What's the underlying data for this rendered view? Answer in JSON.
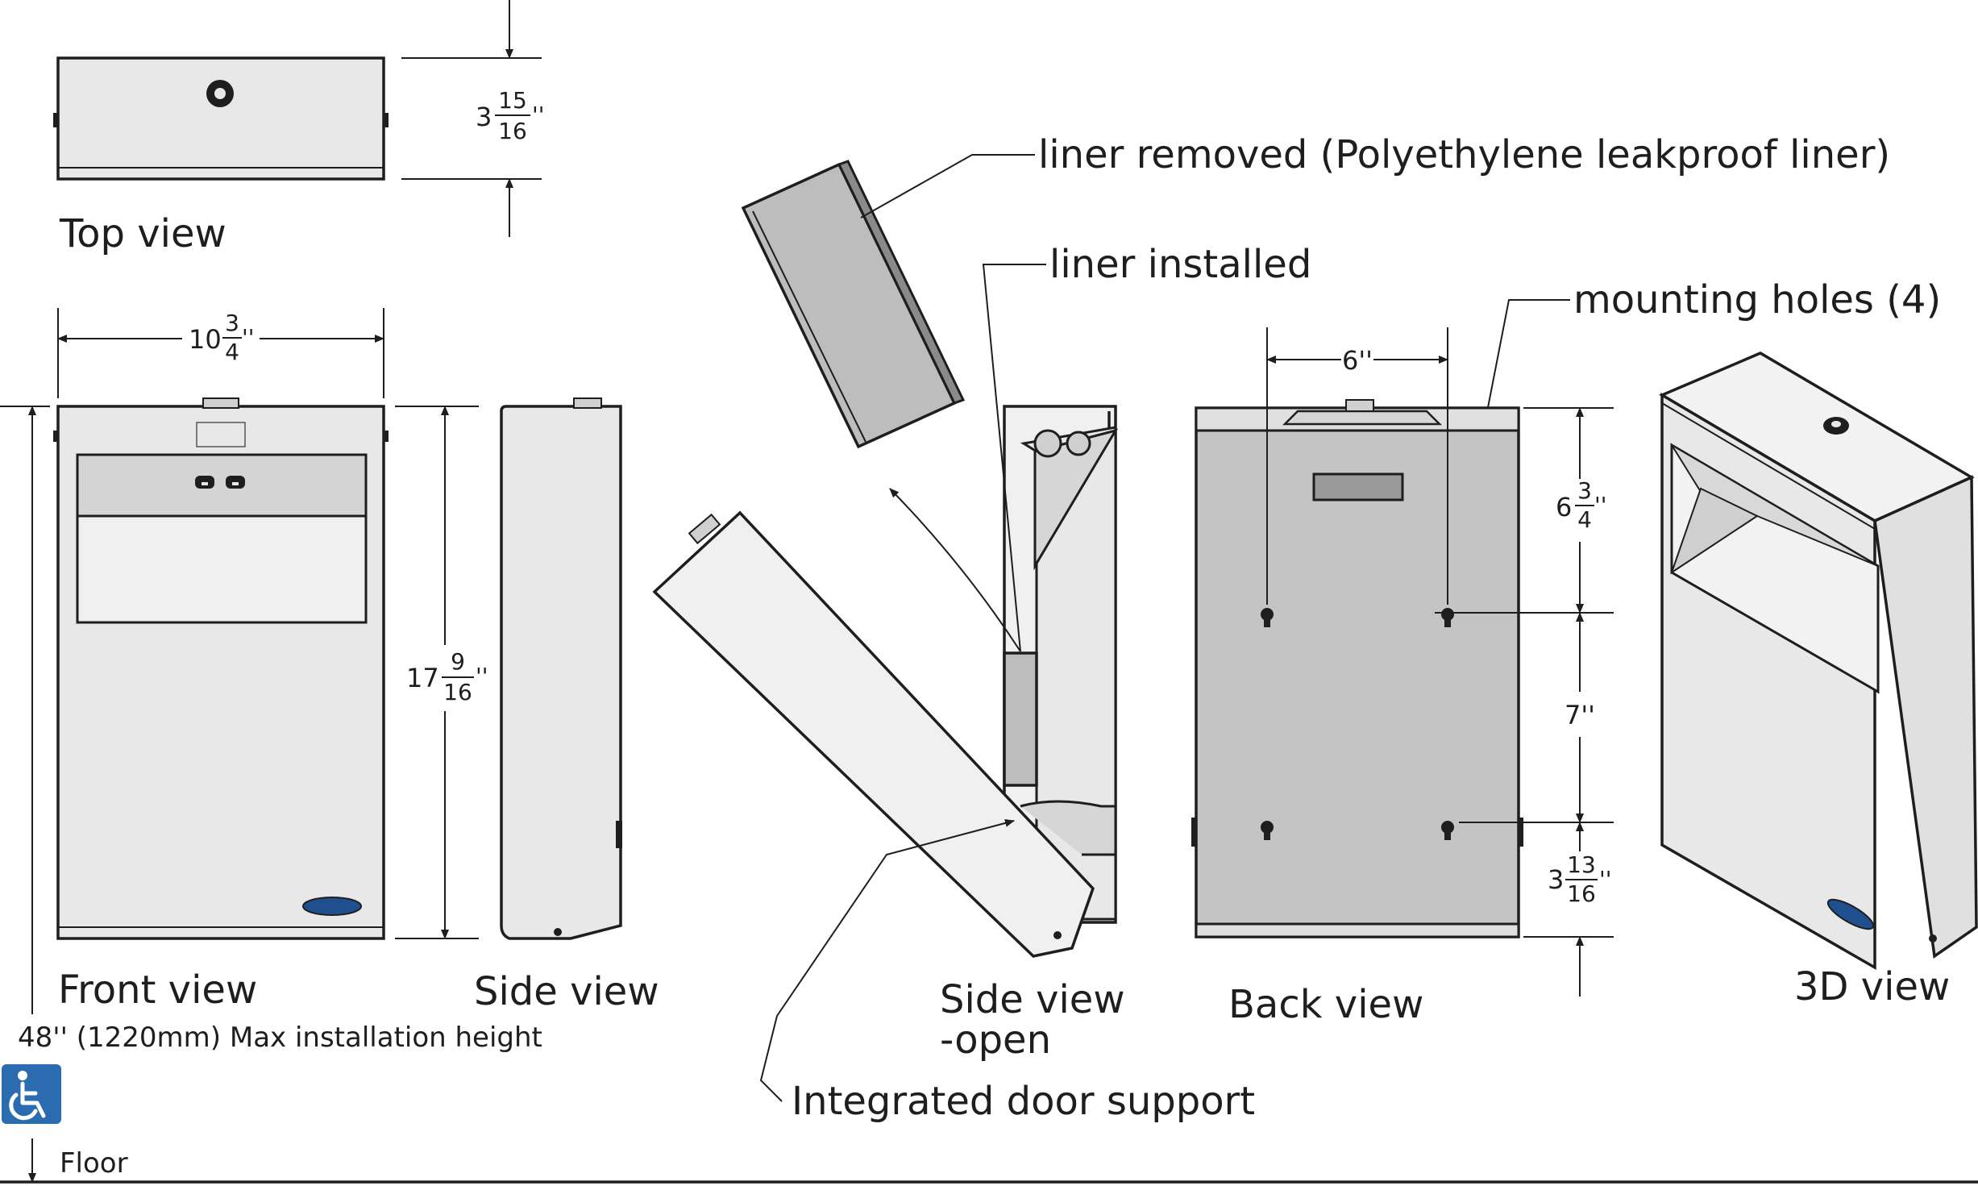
{
  "views": {
    "top": "Top view",
    "front": "Front view",
    "side": "Side view",
    "side_open_line1": "Side view",
    "side_open_line2": "-open",
    "back": "Back view",
    "three_d": "3D view"
  },
  "callouts": {
    "liner_removed": "liner removed (Polyethylene leakproof liner)",
    "liner_installed": "liner installed",
    "mounting_holes": "mounting holes (4)",
    "door_support": "Integrated door support"
  },
  "dimensions": {
    "top_depth": {
      "whole": "3",
      "num": "15",
      "den": "16",
      "unit": "''"
    },
    "front_width": {
      "whole": "10",
      "num": "3",
      "den": "4",
      "unit": "''"
    },
    "height": {
      "whole": "17",
      "num": "9",
      "den": "16",
      "unit": "''"
    },
    "back_spacing": "6''",
    "back_top": {
      "whole": "6",
      "num": "3",
      "den": "4",
      "unit": "''"
    },
    "back_mid": "7''",
    "back_bottom": {
      "whole": "3",
      "num": "13",
      "den": "16",
      "unit": "''"
    }
  },
  "installation": {
    "max_height": "48'' (1220mm) Max installation height",
    "floor": "Floor",
    "accessibility_icon": "wheelchair-accessibility-icon",
    "accessibility_color": "#2b6cb0"
  },
  "colors": {
    "line": "#1e1e1e",
    "panel": "#e8e8e8",
    "liner": "#bdbdbd"
  }
}
